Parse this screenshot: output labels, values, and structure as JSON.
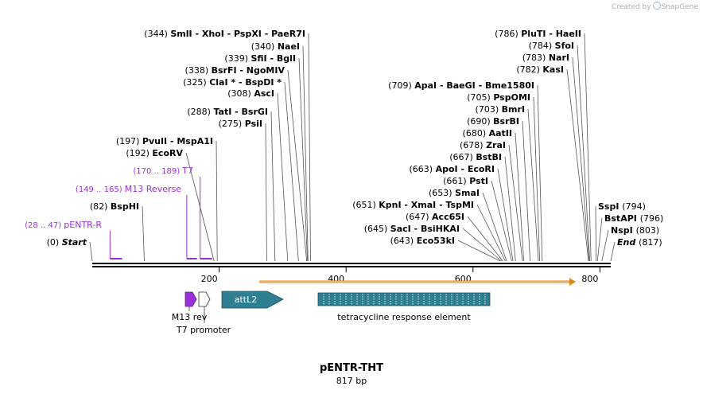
{
  "credit": {
    "prefix": "Created by",
    "brand": "SnapGene"
  },
  "plasmid": {
    "name": "pENTR-THT",
    "length": "817 bp"
  },
  "ruler": {
    "ticks": [
      "200",
      "400",
      "600",
      "800"
    ]
  },
  "colors": {
    "backbone": "#000000",
    "primer": "#9b30d9",
    "feature_blue": "#2f7f93",
    "m13_fill": "#9b30d9",
    "orf_arrow": "#d98a1f",
    "leader": "#555555"
  },
  "left_labels": [
    {
      "pos": "(344)",
      "text": "SmlI  - XhoI  - PspXI  - PaeR7I"
    },
    {
      "pos": "(340)",
      "text": "NaeI"
    },
    {
      "pos": "(339)",
      "text": "SfiI  - BglI"
    },
    {
      "pos": "(338)",
      "text": "BsrFI  - NgoMIV"
    },
    {
      "pos": "(325)",
      "text": "ClaI *  - BspDI *"
    },
    {
      "pos": "(308)",
      "text": "AscI"
    },
    {
      "pos": "(288)",
      "text": "TatI  - BsrGI"
    },
    {
      "pos": "(275)",
      "text": "PsiI"
    },
    {
      "pos": "(197)",
      "text": "PvuII  - MspA1I"
    },
    {
      "pos": "(192)",
      "text": "EcoRV"
    },
    {
      "pos": "(82)",
      "text": "BspHI"
    },
    {
      "pos": "(0)",
      "text": "Start"
    }
  ],
  "primer_labels": [
    {
      "range": "(170 .. 189)",
      "text": "T7"
    },
    {
      "range": "(149 .. 165)",
      "text": "M13 Reverse"
    },
    {
      "range": "(28 .. 47)",
      "text": "pENTR-R"
    }
  ],
  "mid_labels": [
    {
      "pos": "(709)",
      "text": "ApaI  - BaeGI  - Bme1580I"
    },
    {
      "pos": "(705)",
      "text": "PspOMI"
    },
    {
      "pos": "(703)",
      "text": "BmrI"
    },
    {
      "pos": "(690)",
      "text": "BsrBI"
    },
    {
      "pos": "(680)",
      "text": "AatII"
    },
    {
      "pos": "(678)",
      "text": "ZraI"
    },
    {
      "pos": "(667)",
      "text": "BstBI"
    },
    {
      "pos": "(663)",
      "text": "ApoI  - EcoRI"
    },
    {
      "pos": "(661)",
      "text": "PstI"
    },
    {
      "pos": "(653)",
      "text": "SmaI"
    },
    {
      "pos": "(651)",
      "text": "KpnI  - XmaI  - TspMI"
    },
    {
      "pos": "(647)",
      "text": "Acc65I"
    },
    {
      "pos": "(645)",
      "text": "SacI  - BsiHKAI"
    },
    {
      "pos": "(643)",
      "text": "Eco53kI"
    }
  ],
  "right_top_labels": [
    {
      "pos": "(786)",
      "text": "PluTI  - HaeII"
    },
    {
      "pos": "(784)",
      "text": "SfoI"
    },
    {
      "pos": "(783)",
      "text": "NarI"
    },
    {
      "pos": "(782)",
      "text": "KasI"
    }
  ],
  "right_bottom_labels": [
    {
      "pos": "(794)",
      "text": "SspI"
    },
    {
      "pos": "(796)",
      "text": "BstAPI"
    },
    {
      "pos": "(803)",
      "text": "NspI"
    },
    {
      "pos": "(817)",
      "text": "End"
    }
  ],
  "features": {
    "m13_rev": "M13 rev",
    "t7_promoter": "T7 promoter",
    "attl2": "attL2",
    "tre": "tetracycline response element"
  }
}
